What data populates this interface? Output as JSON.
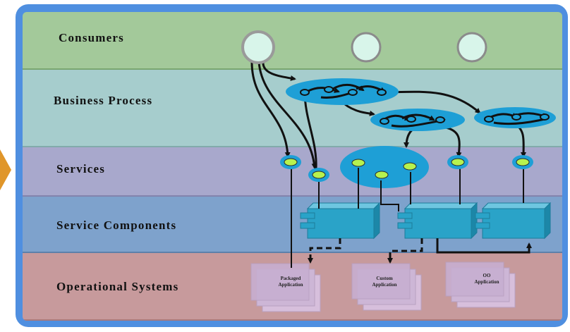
{
  "layers": [
    {
      "key": "consumers",
      "label": "Consumers",
      "color": "#a3c99a",
      "border": "#7aa771"
    },
    {
      "key": "business_process",
      "label": "Business Process",
      "color": "#a6cdcd",
      "border": "#82abab"
    },
    {
      "key": "services",
      "label": "Services",
      "color": "#a8a8cc",
      "border": "#8383ad"
    },
    {
      "key": "service_components",
      "label": "Service Components",
      "color": "#7ea2cc",
      "border": "#5d80aa"
    },
    {
      "key": "operational_systems",
      "label": "Operational Systems",
      "color": "#c79a9c",
      "border": "#a87a7c"
    }
  ],
  "systems": [
    {
      "line1": "Packaged",
      "line2": "Application"
    },
    {
      "line1": "Custom",
      "line2": "Application"
    },
    {
      "line1": "OO",
      "line2": "Application"
    }
  ],
  "colors": {
    "frame": "#4f8fe0",
    "consumer_node": "#d8f5ea",
    "process_ellipse": "#1e9fd6",
    "service_node": "#b6f24f",
    "component": "#2aa3c8",
    "arrow": "#111111",
    "side_tab": "#e0962a"
  }
}
